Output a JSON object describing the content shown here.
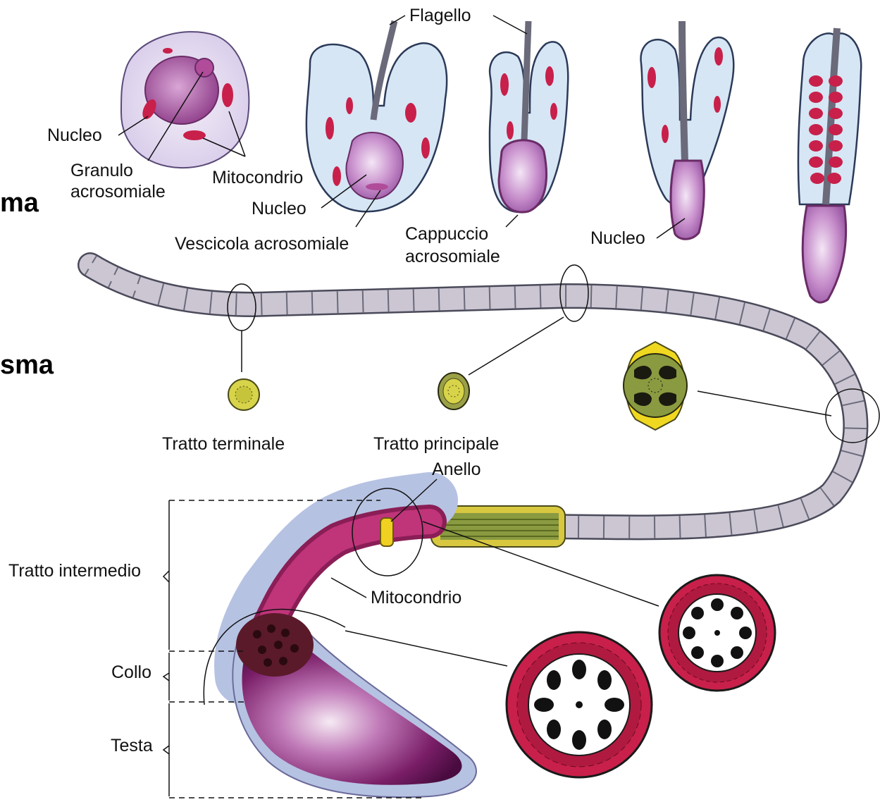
{
  "side_text": {
    "line1": "ma",
    "line2": "sma"
  },
  "labels": {
    "flagello": "Flagello",
    "nucleo_cell": "Nucleo",
    "granulo_1": "Granulo",
    "granulo_2": "acrosomiale",
    "mitocondrio_top": "Mitocondrio",
    "nucleo_stage2": "Nucleo",
    "vescicola": "Vescicola acrosomiale",
    "cappuccio_1": "Cappuccio",
    "cappuccio_2": "acrosomiale",
    "nucleo_stage4": "Nucleo",
    "tratto_terminale": "Tratto terminale",
    "tratto_principale": "Tratto principale",
    "anello": "Anello",
    "tratto_intermedio": "Tratto intermedio",
    "mitocondrio_bottom": "Mitocondrio",
    "collo": "Collo",
    "testa": "Testa"
  },
  "colors": {
    "cytoplasm_blue": "#d6e6f5",
    "cell_lilac": "#e6dcf0",
    "nucleus_purple": "#b06cb8",
    "mitochondria_red": "#c8204a",
    "flagellum_grey": "#c9c4cf",
    "section_yellow": "#d8d44a",
    "midpiece_green": "#8a9a40",
    "head_purple": "#7a1e68"
  }
}
